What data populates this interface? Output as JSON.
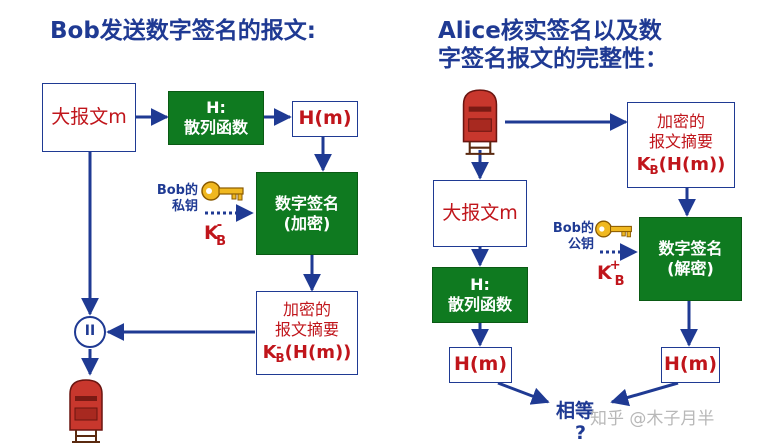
{
  "left": {
    "title": "Bob发送数字签名的报文:",
    "message_box": "大报文m",
    "hash_box": {
      "line1": "H:",
      "line2": "散列函数"
    },
    "hm_box": "H(m)",
    "sign_box": {
      "line1": "数字签名",
      "line2": "(加密)"
    },
    "key_label": {
      "line1": "Bob的",
      "line2": "私钥"
    },
    "key_symbol": {
      "base": "K",
      "sub": "B",
      "sup": "-"
    },
    "encrypted_box": {
      "line1": "加密的",
      "line2": "报文摘要",
      "formula_base": "K",
      "formula_sup": "-",
      "formula_sub": "B",
      "formula_rest": "(H(m))"
    },
    "merge_symbol": "II"
  },
  "right": {
    "title_line1": "Alice核实签名以及数",
    "title_line2": "字签名报文的完整性：",
    "encrypted_box": {
      "line1": "加密的",
      "line2": "报文摘要",
      "formula_base": "K",
      "formula_sup": "-",
      "formula_sub": "B",
      "formula_rest": "(H(m))"
    },
    "message_box": "大报文m",
    "hash_box": {
      "line1": "H:",
      "line2": "散列函数"
    },
    "verify_box": {
      "line1": "数字签名",
      "line2": "(解密)"
    },
    "key_label": {
      "line1": "Bob的",
      "line2": "公钥"
    },
    "key_symbol": {
      "base": "K",
      "sub": "B",
      "sup": "+"
    },
    "hm_left": "H(m)",
    "hm_right": "H(m)",
    "compare_line1": "相等",
    "compare_line2": "?"
  },
  "watermark": "知乎 @木子月半",
  "colors": {
    "navy": "#1f3a93",
    "green": "#0f7a20",
    "red": "#c0151b",
    "mailbox": "#c8372d"
  }
}
